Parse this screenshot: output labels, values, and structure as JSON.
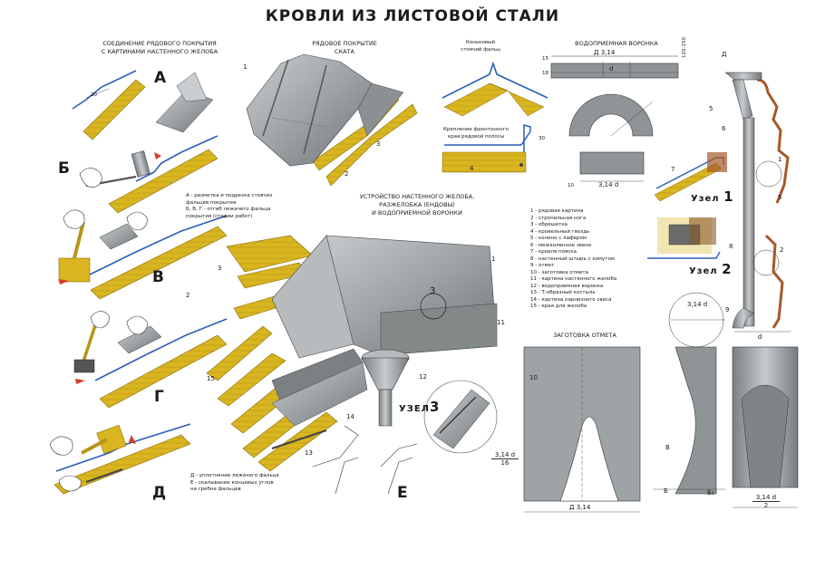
{
  "title": "КРОВЛИ ИЗ ЛИСТОВОЙ СТАЛИ",
  "sections": {
    "joining": "СОЕДИНЕНИЕ РЯДОВОГО ПОКРЫТИЯ\nС КАРТИНАМИ НАСТЕННОГО ЖЕЛОБА",
    "row_cover": "РЯДОВОЕ ПОКРЫТИЕ\nСКАТА",
    "ridge": "Коньковый\nстоячий фальц",
    "gable": "Крепление фронтонного\nкрая рядовой полосы",
    "funnel": "ВОДОПРИЕМНАЯ ВОРОНКА",
    "gutter_device": "УСТРОЙСТВО НАСТЕННОГО ЖЕЛОБА,\nРАЗЖЕЛОБКА (ЕНДОВЫ)\nИ ВОДОПРИЕМНОЙ ВОРОНКИ",
    "blank": "ЗАГОТОВКА ОТМЕТА"
  },
  "step_letters": [
    "А",
    "Б",
    "В",
    "Г",
    "Д",
    "Е"
  ],
  "notes": {
    "abvg": "А - разметка и подрезка стоячих\nфальцев покрытия\nБ, В, Г - отгиб лежачего фальца\nпокрытия (стадии работ)",
    "de": "Д - уплотнение лежачего фальца\nЕ - скалывание концевых углов\nна гребне фальцев"
  },
  "legend": [
    "1 - рядовая картина",
    "2 - стропильная нога",
    "3 - обрешетка",
    "4 - кровельный гвоздь",
    "5 - колено с лафером",
    "6 - межколенное звено",
    "7 - кровля пояска",
    "8 - настенный штырь с хомутом",
    "9 - отмет",
    "10 - заготовка отмета",
    "11 - картина настенного желоба",
    "12 - водоприемная воронка",
    "13 - Т-образный костыль",
    "14 - картина карнизного свеса",
    "15 - края для желоба"
  ],
  "nodes": {
    "n1": "Узел",
    "n1num": "1",
    "n2": "Узел",
    "n2num": "2",
    "n3": "УЗЕЛ",
    "n3num": "3"
  },
  "dims": {
    "d314": "Д 3,14",
    "d": "d",
    "d314b": "3,14 d",
    "d16a": "3,14 d",
    "d16b": "16",
    "d2a": "3,14 d",
    "d2b": "2",
    "letter_D": "Д",
    "letter_V": "В",
    "letter_B": "Б",
    "letter_B1": "Б₁",
    "n120": "120-150",
    "n10": "10",
    "n15": "15",
    "n18": "18",
    "n30": "30",
    "n20": "20"
  },
  "callouts": [
    "1",
    "2",
    "3",
    "4",
    "5",
    "6",
    "7",
    "8",
    "9",
    "10",
    "11",
    "12",
    "13",
    "14",
    "15"
  ],
  "colors": {
    "steel": "#9ea3a6",
    "steel_dark": "#6f7478",
    "wood": "#d9b51f",
    "wood_dark": "#a8860f",
    "red": "#d83a2a",
    "blue": "#2b5fb8"
  }
}
